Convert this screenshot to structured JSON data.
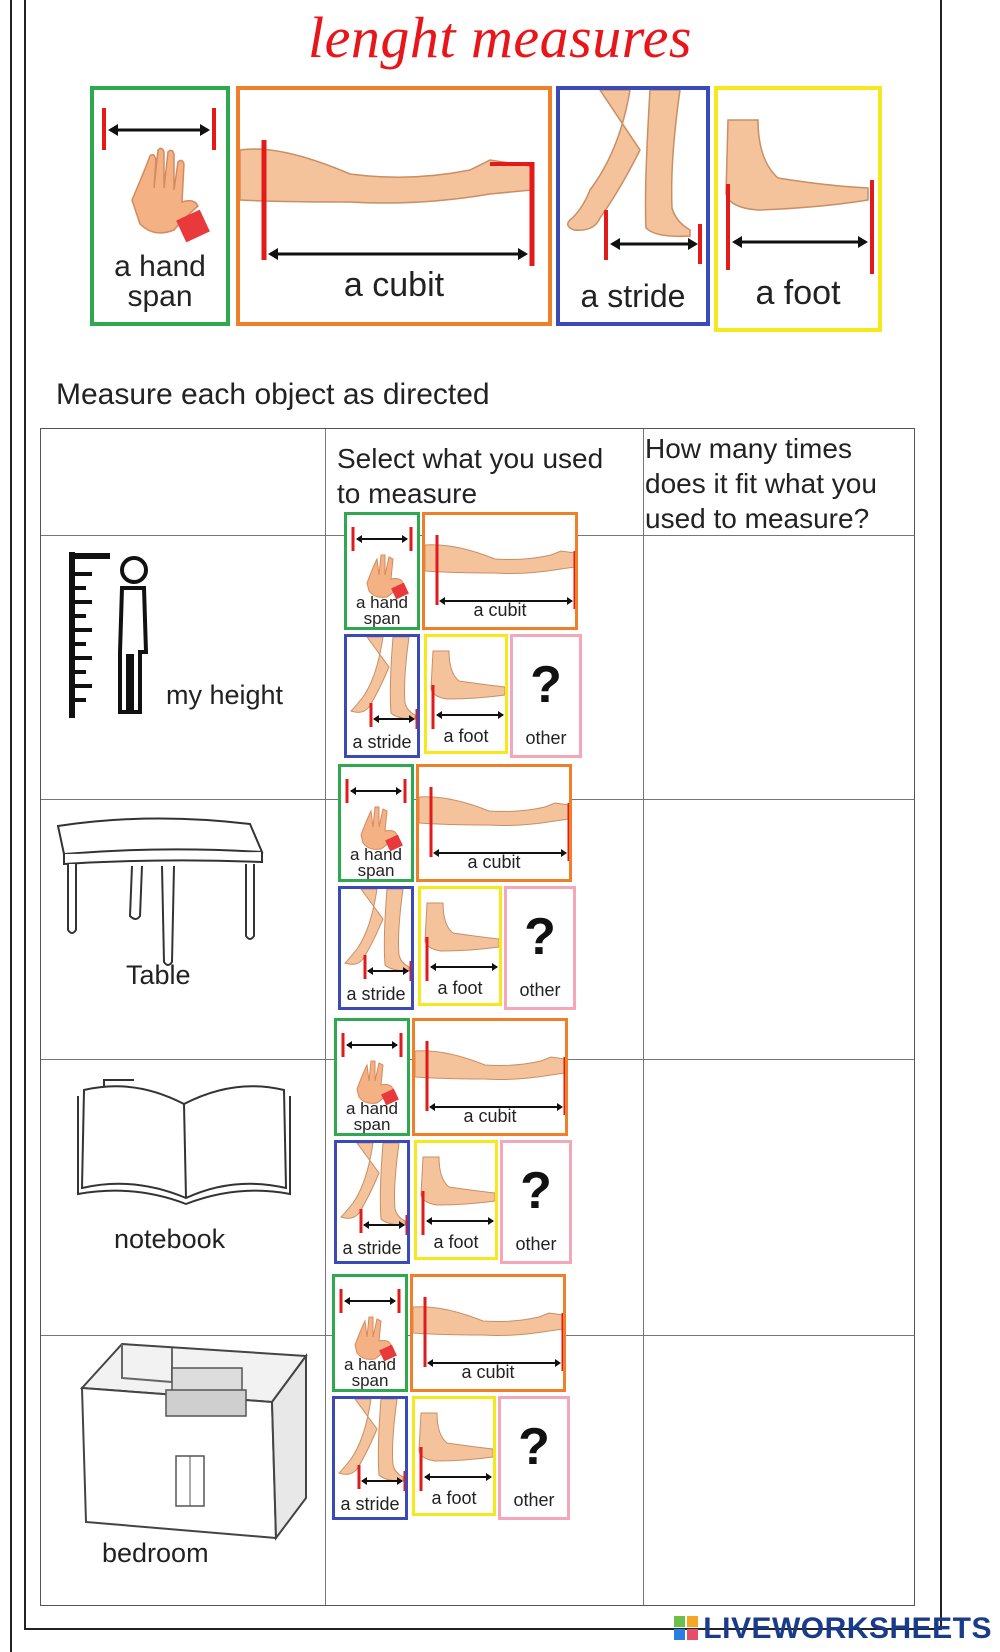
{
  "title": "lenght measures",
  "header_cards": {
    "hand_span": "a hand span",
    "cubit": "a cubit",
    "stride": "a stride",
    "foot": "a foot"
  },
  "instruction": "Measure each object as directed",
  "table": {
    "col1_header": "",
    "col2_header": "Select  what you used to measure",
    "col3_header": "How many times does it fit what you used to measure?",
    "rows": [
      {
        "object": "my height",
        "icon": "height-measure-icon"
      },
      {
        "object": "Table",
        "icon": "table-icon"
      },
      {
        "object": "notebook",
        "icon": "open-book-icon"
      },
      {
        "object": "bedroom",
        "icon": "bedroom-icon"
      }
    ]
  },
  "option_cards": {
    "hand_span": "a hand span",
    "cubit": "a cubit",
    "stride": "a stride",
    "foot": "a foot",
    "other_symbol": "?",
    "other": "other"
  },
  "colors": {
    "title": "#e8151b",
    "hand_span_border": "#2fa84f",
    "cubit_border": "#f07f2a",
    "stride_border": "#3a4bb8",
    "foot_border": "#f5e81c",
    "other_border": "#f4a7b9",
    "marker_red": "#e21a1a"
  },
  "footer": {
    "brand": "LIVEWORKSHEETS"
  }
}
